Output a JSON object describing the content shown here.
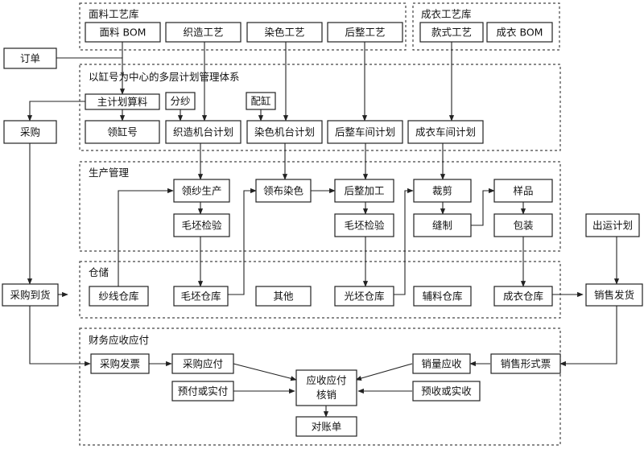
{
  "regions": {
    "fabric_lib": "面料工艺库",
    "garment_lib": "成衣工艺库",
    "planning": "以缸号为中心的多层计划管理体系",
    "production": "生产管理",
    "warehouse": "仓储",
    "finance": "财务应收应付"
  },
  "nodes": {
    "fabric_bom": "面料 BOM",
    "weaving_process": "织造工艺",
    "dyeing_process": "染色工艺",
    "finishing_process": "后整工艺",
    "style_process": "款式工艺",
    "garment_bom": "成衣 BOM",
    "order": "订单",
    "master_plan": "主计划算料",
    "yarn_split": "分纱",
    "vat_assign": "配缸",
    "purchase": "采购",
    "get_vat_no": "领缸号",
    "weaving_machine_plan": "织造机台计划",
    "dyeing_machine_plan": "染色机台计划",
    "finishing_workshop_plan": "后整车间计划",
    "garment_workshop_plan": "成衣车间计划",
    "yarn_production": "领纱生产",
    "cloth_dyeing": "领布染色",
    "finishing_processing": "后整加工",
    "cutting": "裁剪",
    "sample": "样品",
    "greige_inspect_1": "毛坯检验",
    "greige_inspect_2": "毛坯检验",
    "sewing": "缝制",
    "packing": "包装",
    "shipping_plan": "出运计划",
    "purchase_arrival": "采购到货",
    "yarn_warehouse": "纱线仓库",
    "greige_warehouse": "毛坯仓库",
    "other": "其他",
    "finished_fabric_warehouse": "光坯仓库",
    "accessory_warehouse": "辅料仓库",
    "garment_warehouse": "成衣仓库",
    "sales_delivery": "销售发货",
    "purchase_invoice": "采购发票",
    "purchase_payable": "采购应付",
    "sales_receivable": "销量应收",
    "sales_invoice": "销售形式票",
    "prepaid_paid": "预付或实付",
    "ar_ap_writeoff_1": "应收应付",
    "ar_ap_writeoff_2": "核销",
    "prereceived_received": "预收或实收",
    "reconciliation": "对账单"
  }
}
